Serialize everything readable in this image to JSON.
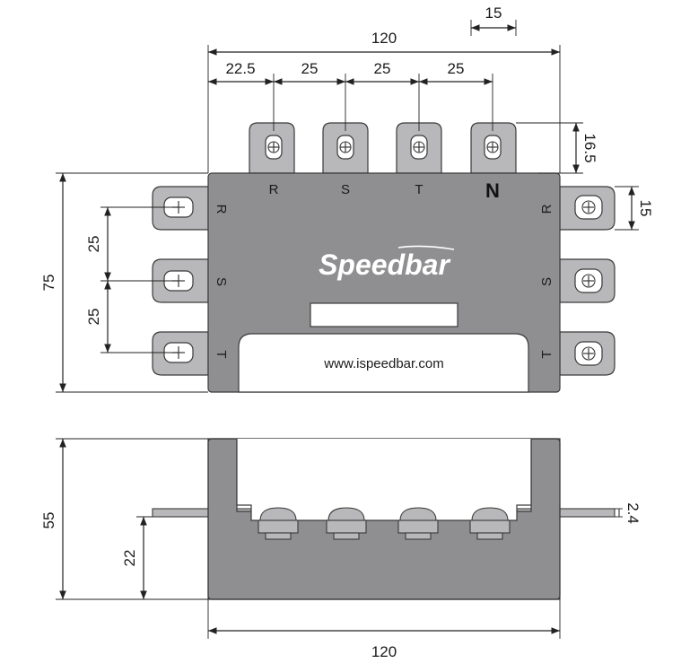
{
  "top_dims": {
    "overall": "120",
    "tab": "15",
    "first_offset": "22.5",
    "pitch_1": "25",
    "pitch_2": "25",
    "pitch_3": "25",
    "tab_height": "16.5",
    "side_tab": "15"
  },
  "left_dims": {
    "height": "75",
    "pitch_a": "25",
    "pitch_b": "25"
  },
  "top_terminal_labels": [
    "R",
    "S",
    "T",
    "N"
  ],
  "left_terminal_labels": [
    "R",
    "S",
    "T"
  ],
  "right_terminal_labels": [
    "R",
    "S",
    "T"
  ],
  "brand": "Speedbar",
  "website": "www.ispeedbar.com",
  "side_view": {
    "height": "55",
    "terminal_height": "22",
    "plate_thickness": "2.4",
    "bottom_width": "120"
  },
  "colors": {
    "body": "#8f8f91",
    "terminal": "#b8b8ba",
    "outline": "#3a3a3a"
  }
}
